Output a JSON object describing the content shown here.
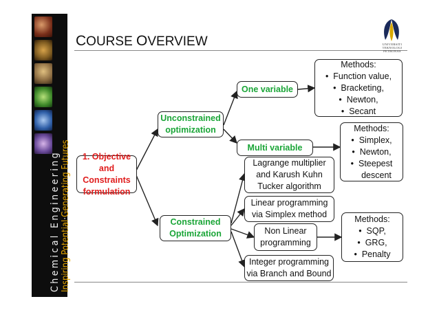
{
  "header": {
    "title": "Course Overview",
    "title_first": "C",
    "title_rest1": "OURSE ",
    "title_second": "O",
    "title_rest2": "VERVIEW"
  },
  "sidebar": {
    "vertical_text": "Chemical Engineering",
    "tagline_a": "Inspiring Potential",
    "tagline_sep": "·",
    "tagline_b": "Generating Futures"
  },
  "logo": {
    "line1": "UNIVERSITI",
    "line2": "TEKNOLOGI",
    "line3": "PETRONAS"
  },
  "diagram": {
    "root": {
      "line1": "1. Objective",
      "line2": "and Constraints",
      "line3": "formulation"
    },
    "unconstrained": {
      "line1": "Unconstrained",
      "line2": "optimization"
    },
    "constrained": {
      "line1": "Constrained",
      "line2": "Optimization"
    },
    "one_variable": "One variable",
    "multi_variable": "Multi variable",
    "lagrange": {
      "line1": "Lagrange multiplier",
      "line2": "and Karush Kuhn",
      "line3": "Tucker algorithm"
    },
    "linear": {
      "line1": "Linear programming",
      "line2": "via Simplex method"
    },
    "nonlinear": {
      "line1": "Non Linear",
      "line2": "programming"
    },
    "integer": {
      "line1": "Integer programming",
      "line2": "via Branch and Bound"
    },
    "methods_one": {
      "head": "Methods:",
      "items": [
        "Function value,",
        "Bracketing,",
        "Newton,",
        "Secant"
      ]
    },
    "methods_multi": {
      "head": "Methods:",
      "items": [
        "Simplex,",
        "Newton,",
        "Steepest"
      ],
      "cont": "descent"
    },
    "methods_nonlinear": {
      "head": "Methods:",
      "items": [
        "SQP,",
        "GRG,",
        "Penalty"
      ]
    },
    "bullet": "•"
  }
}
